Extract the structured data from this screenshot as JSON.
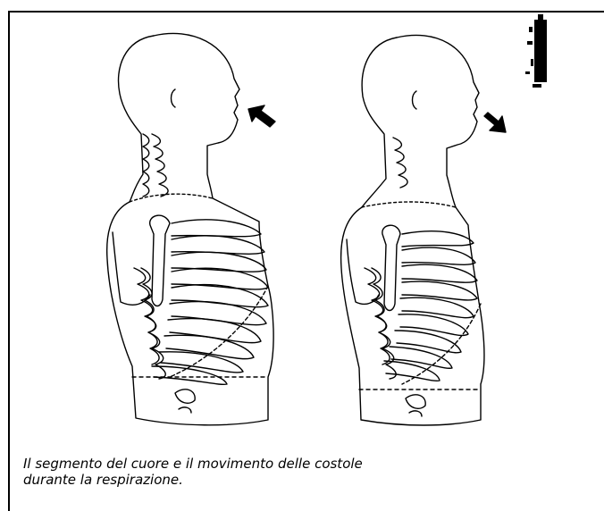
{
  "figure": {
    "illustrations": [
      "torso-inhale",
      "torso-exhale"
    ],
    "arrows": [
      "inhale-arrow",
      "exhale-arrow"
    ]
  },
  "caption": {
    "line1": "Il segmento del cuore e il movimento delle costole",
    "line2": "durante la respirazione."
  }
}
